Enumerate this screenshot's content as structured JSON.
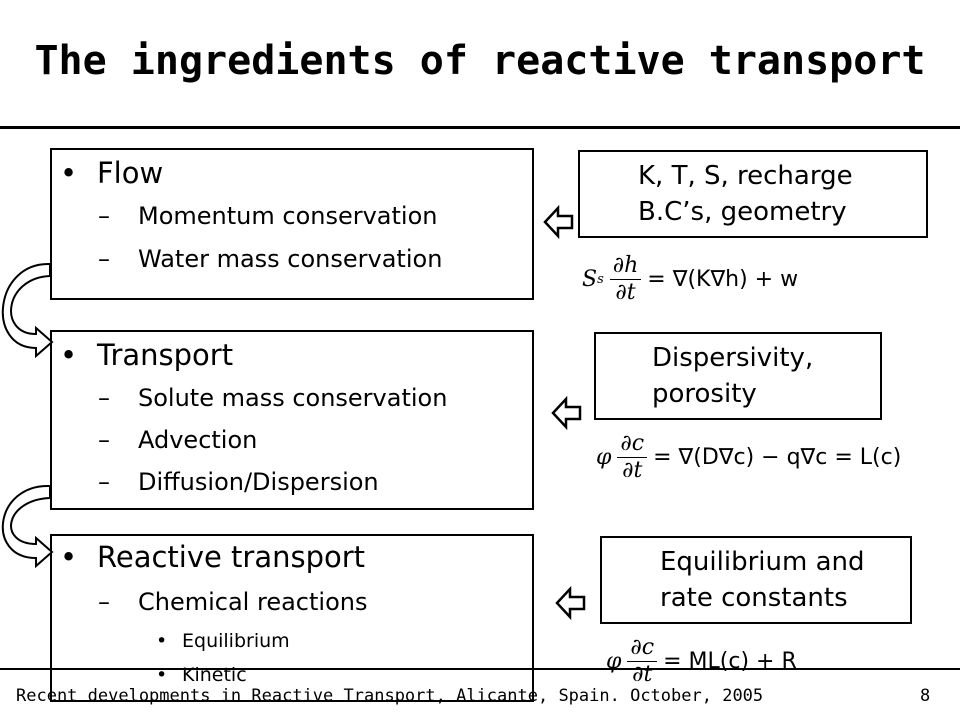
{
  "slide": {
    "title": "The ingredients of reactive transport",
    "footer": {
      "left": "Recent developments in Reactive Transport, Alicante, Spain. October, 2005",
      "page_number": "8"
    }
  },
  "sections": [
    {
      "heading": "Flow",
      "items": [
        "Momentum conservation",
        "Water mass conservation"
      ]
    },
    {
      "heading": "Transport",
      "items": [
        "Solute mass conservation",
        "Advection",
        "Diffusion/Dispersion"
      ]
    },
    {
      "heading": "Reactive transport",
      "items": [
        "Chemical reactions"
      ],
      "subitems": [
        "Equilibrium",
        "Kinetic"
      ]
    }
  ],
  "parameters": [
    {
      "line1": "K, T, S, recharge",
      "line2": "B.C’s, geometry"
    },
    {
      "line1": "Dispersivity,",
      "line2": "porosity"
    },
    {
      "line1": "Equilibrium and",
      "line2": "rate constants"
    }
  ],
  "equations": {
    "flow": {
      "lhs_coef": "S",
      "lhs_sub": "s",
      "num": "∂h",
      "den": "∂t",
      "rhs": "= ∇(K∇h) + w"
    },
    "transport": {
      "lhs_coef": "φ",
      "num": "∂c",
      "den": "∂t",
      "rhs": "= ∇(D∇c) − q∇c = L(c)"
    },
    "reaction": {
      "lhs_coef": "φ",
      "num": "∂c",
      "den": "∂t",
      "rhs": "= ML(c) + R"
    }
  }
}
